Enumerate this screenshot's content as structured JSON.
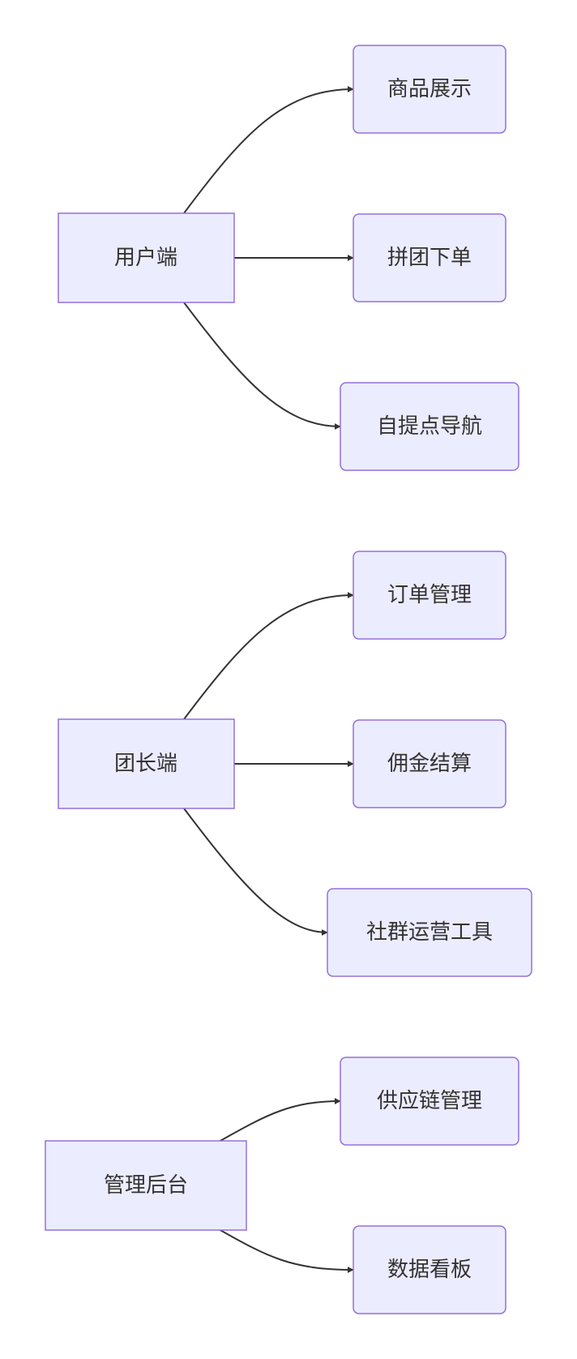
{
  "diagram": {
    "type": "flowchart",
    "direction": "left-to-right",
    "colors": {
      "node_fill": "#ececff",
      "node_border": "#9370db",
      "text": "#333333",
      "edge": "#333333",
      "background": "#ffffff"
    },
    "groups": [
      {
        "root": "用户端",
        "children": [
          "商品展示",
          "拼团下单",
          "自提点导航"
        ]
      },
      {
        "root": "团长端",
        "children": [
          "订单管理",
          "佣金结算",
          "社群运营工具"
        ]
      },
      {
        "root": "管理后台",
        "children": [
          "供应链管理",
          "数据看板"
        ]
      }
    ]
  }
}
